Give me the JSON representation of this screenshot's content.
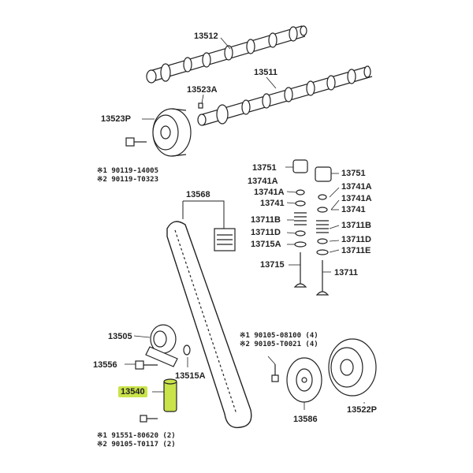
{
  "accent_color": "#c9e34a",
  "highlighted_part": "13540",
  "labels": {
    "p13512": "13512",
    "p13511": "13511",
    "p13523A": "13523A",
    "p13523P": "13523P",
    "p13751_l": "13751",
    "p13751_r": "13751",
    "p13741A_l1": "13741A",
    "p13741A_l2": "13741A",
    "p13741_l": "13741",
    "p13741A_r1": "13741A",
    "p13741A_r2": "13741A",
    "p13741_r": "13741",
    "p13711B_l": "13711B",
    "p13711D_l": "13711D",
    "p13715A": "13715A",
    "p13711B_r": "13711B",
    "p13711D_r": "13711D",
    "p13711E": "13711E",
    "p13568": "13568",
    "p13715": "13715",
    "p13711": "13711",
    "p13505": "13505",
    "p13556": "13556",
    "p13515A": "13515A",
    "p13540": "13540",
    "p13586": "13586",
    "p13522P": "13522P"
  },
  "notes": {
    "bolt_top_1": "※1 90119-14005",
    "bolt_top_2": "※2 90119-T0323",
    "bolt_right_1": "※1 90105-08100 (4)",
    "bolt_right_2": "※2 90105-T0021 (4)",
    "bolt_bottom_1": "※1 91551-80620 (2)",
    "bolt_bottom_2": "※2 90105-T0117 (2)"
  }
}
